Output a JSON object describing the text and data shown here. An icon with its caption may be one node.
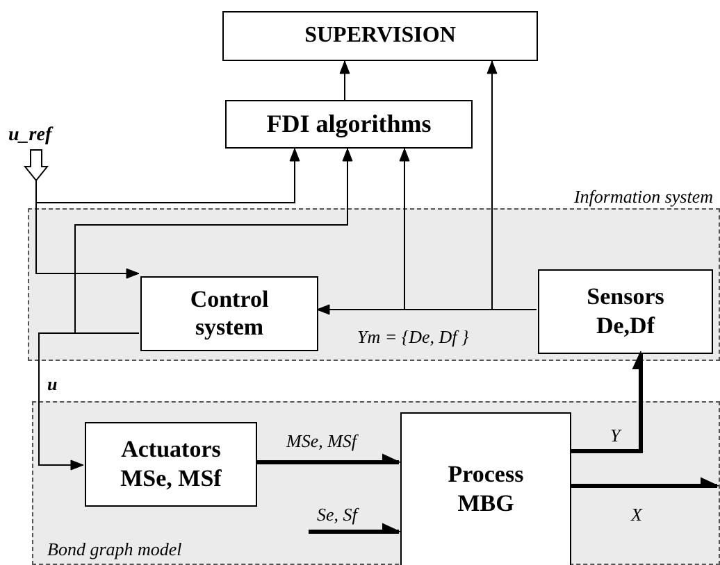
{
  "diagram": {
    "nodes": [
      {
        "text": [
          "SUPERVISION"
        ]
      },
      {
        "text": [
          "FDI algorithms"
        ]
      },
      {
        "text": [
          "u_ref"
        ]
      },
      {
        "text": [
          "Information system"
        ]
      },
      {
        "text": [
          "Control system"
        ],
        "in": 3
      },
      {
        "text": [
          "Sensors De,Df"
        ],
        "in": 3
      },
      {
        "text": [
          "Bond graph model"
        ]
      },
      {
        "text": [
          "Actuators MSe, MSf"
        ],
        "in": 6
      },
      {
        "text": [
          "Process MBG"
        ],
        "in": 6
      }
    ],
    "edges": [
      {
        "from": 1,
        "to": 0,
        "arrow": "to"
      },
      {
        "from": 2,
        "to": 4,
        "arrow": "to"
      },
      {
        "from": 2,
        "to": 1,
        "arrow": "to"
      },
      {
        "from": 4,
        "to": 7,
        "arrow": "to",
        "label": "u"
      },
      {
        "from": 4,
        "to": 1,
        "arrow": "to"
      },
      {
        "from": 5,
        "to": 4,
        "arrow": "to",
        "label": "*Ym* = {*De*, *Df* }"
      },
      {
        "from": 5,
        "to": 1,
        "arrow": "to"
      },
      {
        "from": 5,
        "to": 0,
        "arrow": "to"
      },
      {
        "from": 7,
        "to": 8,
        "arrow": "to",
        "style": "thick",
        "label": "MSe, MSf"
      },
      {
        "from": null,
        "to": 8,
        "arrow": "to",
        "style": "thick",
        "label": "Se, Sf"
      },
      {
        "from": 8,
        "to": 5,
        "arrow": "to",
        "style": "thick",
        "label": "Y"
      },
      {
        "from": 8,
        "to": null,
        "arrow": "to",
        "style": "thick",
        "label": "X"
      }
    ]
  }
}
